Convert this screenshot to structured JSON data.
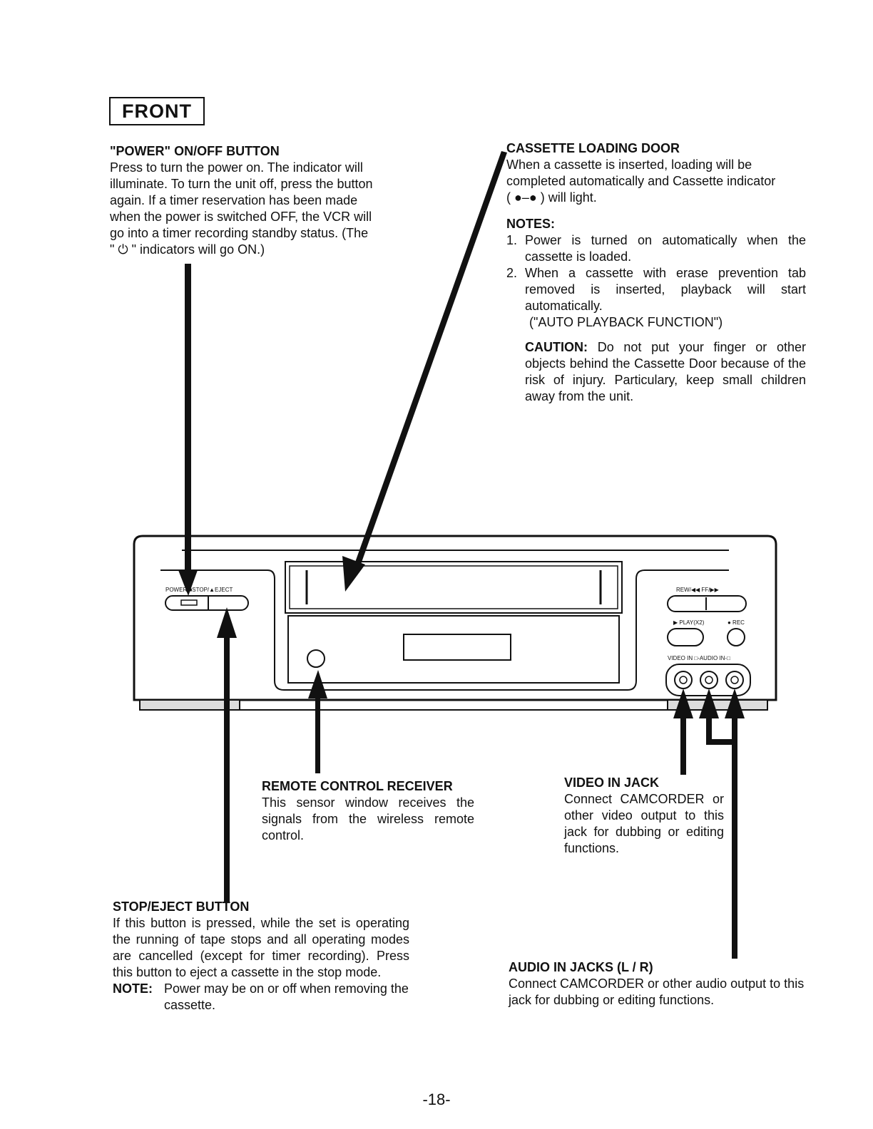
{
  "header": {
    "section_title": "FRONT"
  },
  "power": {
    "heading": "\"POWER\" ON/OFF BUTTON",
    "lines": [
      "Press to turn the power on. The indicator will",
      "illuminate. To turn the unit off, press the button",
      "again. If a timer reservation has  been made",
      "when the power is switched OFF, the VCR will",
      "go into a timer recording standby status. (The",
      "\"  ⏻ \" indicators will go ON.)"
    ]
  },
  "cassette": {
    "heading": "CASSETTE LOADING DOOR",
    "lines": [
      "When a cassette is inserted, loading will be",
      "completed automatically and Cassette indicator",
      "( ●‒● ) will light."
    ],
    "notes_heading": "NOTES:",
    "notes": [
      {
        "num": "1.",
        "text": "Power is turned on automatically when the cassette is loaded."
      },
      {
        "num": "2.",
        "text": "When a cassette with erase prevention tab removed is inserted, playback will start automatically."
      }
    ],
    "note2_extra": "(\"AUTO PLAYBACK FUNCTION\")",
    "caution_label": "CAUTION:",
    "caution_text": " Do not put your finger or other objects behind the Cassette Door because of the risk of injury. Particulary, keep small children away from the unit."
  },
  "vcr": {
    "label_power_stop": "POWER ■STOP/▲EJECT",
    "label_rew_ff": "REW/◀◀      FF/▶▶",
    "label_play": "▶ PLAY(X2)",
    "label_rec": "● REC",
    "label_inputs": "VIDEO IN  □-AUDIO IN-□"
  },
  "remote": {
    "heading": "REMOTE CONTROL RECEIVER",
    "text": "This sensor window receives the signals from the wireless remote control."
  },
  "video_in": {
    "heading": "VIDEO IN JACK",
    "text": "Connect CAMCORDER or other video output to this jack for dubbing or editing functions."
  },
  "stop_eject": {
    "heading": "STOP/EJECT BUTTON",
    "text": "If this button is pressed, while the set is operating the running of tape stops and all operating modes are cancelled (except for timer recording). Press this button to eject a cassette in the stop mode.",
    "note_label": "NOTE:",
    "note_text": "Power may be on or off when removing the cassette."
  },
  "audio_in": {
    "heading": "AUDIO IN JACKS (L / R)",
    "text": "Connect CAMCORDER or other audio output to this jack for dubbing or editing functions."
  },
  "footer": {
    "page_number": "-18-"
  }
}
